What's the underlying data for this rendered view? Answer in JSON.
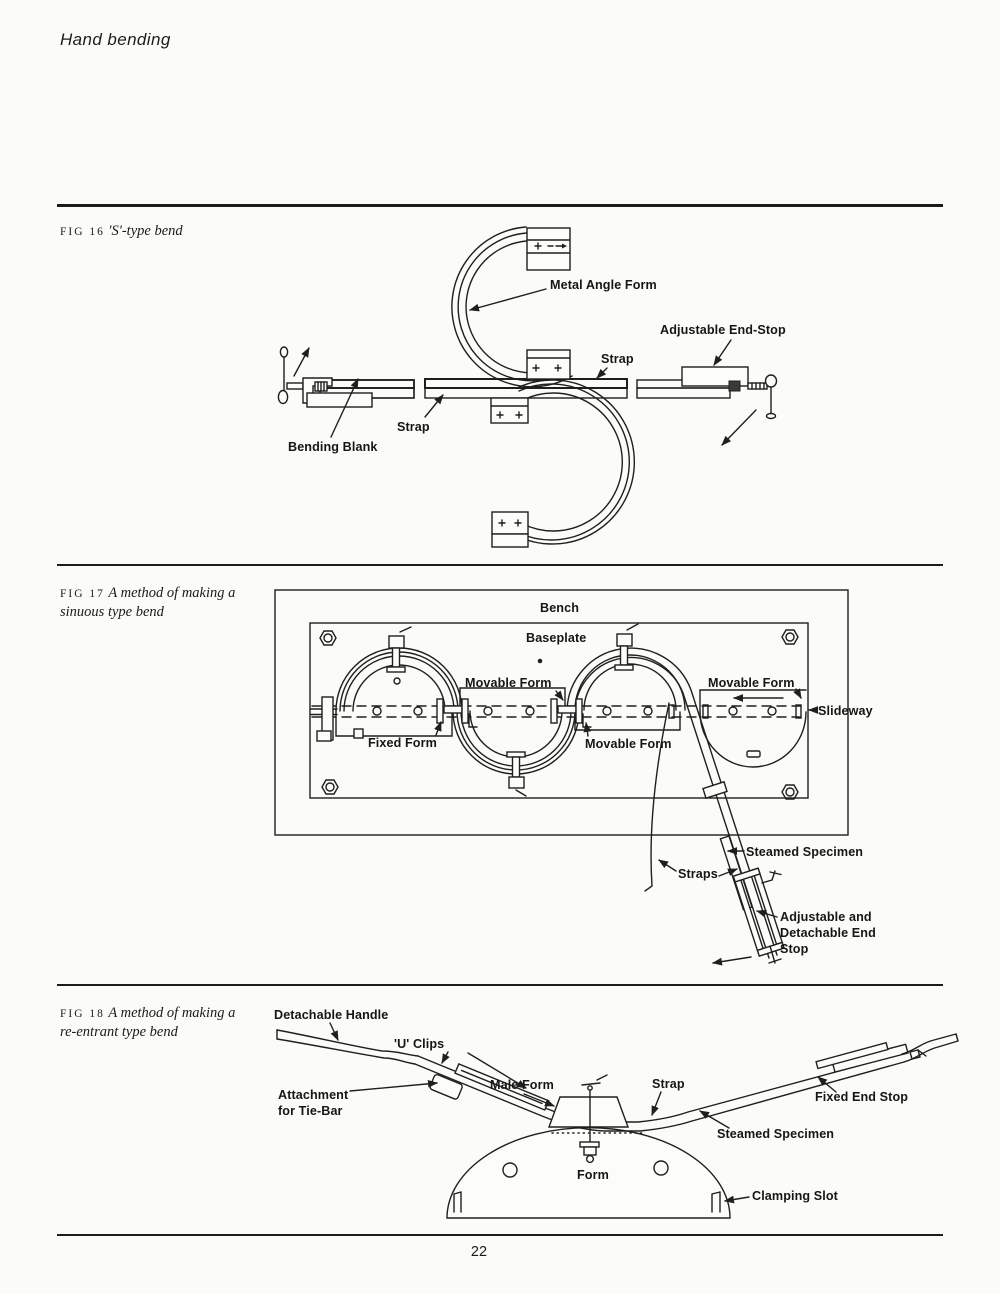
{
  "page": {
    "header": "Hand bending",
    "page_number": "22"
  },
  "fig16": {
    "number": "FIG 16",
    "title": "'S'-type bend",
    "labels": {
      "metal_angle_form": "Metal Angle Form",
      "adjustable_end_stop": "Adjustable End-Stop",
      "strap_top": "Strap",
      "strap_bottom": "Strap",
      "bending_blank": "Bending Blank"
    }
  },
  "fig17": {
    "number": "FIG 17",
    "title_line1": "A method of making a",
    "title_line2": "sinuous type bend",
    "labels": {
      "bench": "Bench",
      "baseplate": "Baseplate",
      "movable_form_top": "Movable Form",
      "movable_form_right": "Movable Form",
      "movable_form_mid": "Movable Form",
      "fixed_form": "Fixed Form",
      "slideway": "Slideway",
      "steamed_specimen": "Steamed Specimen",
      "straps": "Straps",
      "end_stop_line1": "Adjustable and",
      "end_stop_line2": "Detachable End",
      "end_stop_line3": "Stop"
    }
  },
  "fig18": {
    "number": "FIG 18",
    "title_line1": "A method of making a",
    "title_line2": "re-entrant type bend",
    "labels": {
      "detachable_handle": "Detachable Handle",
      "u_clips": "'U' Clips",
      "attachment_line1": "Attachment",
      "attachment_line2": "for Tie-Bar",
      "male_form": "Male Form",
      "strap": "Strap",
      "fixed_end_stop": "Fixed End Stop",
      "steamed_specimen": "Steamed Specimen",
      "form": "Form",
      "clamping_slot": "Clamping Slot"
    }
  }
}
